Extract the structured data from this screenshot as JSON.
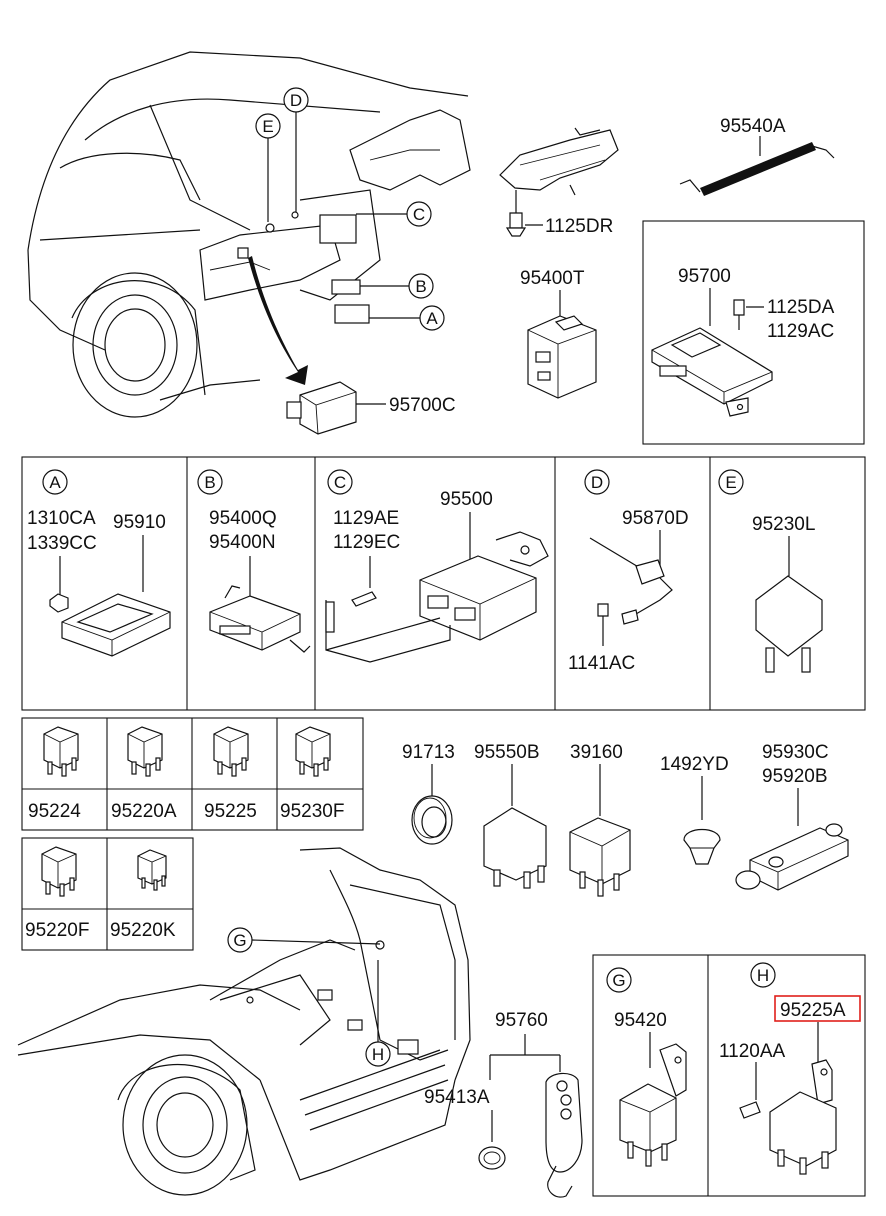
{
  "callouts": {
    "A": "A",
    "B": "B",
    "C": "C",
    "D": "D",
    "E": "E",
    "G": "G",
    "H": "H"
  },
  "top": {
    "p95700C": "95700C",
    "p1125DR": "1125DR",
    "p95540A": "95540A",
    "p95400T": "95400T",
    "p95700": "95700",
    "p1125DA": "1125DA",
    "p1129AC": "1129AC"
  },
  "panelA": {
    "tag": "A",
    "p1310CA": "1310CA",
    "p1339CC": "1339CC",
    "p95910": "95910"
  },
  "panelB": {
    "tag": "B",
    "p95400Q": "95400Q",
    "p95400N": "95400N"
  },
  "panelC": {
    "tag": "C",
    "p1129AE": "1129AE",
    "p1129EC": "1129EC",
    "p95500": "95500"
  },
  "panelD": {
    "tag": "D",
    "p95870D": "95870D",
    "p1141AC": "1141AC"
  },
  "panelE": {
    "tag": "E",
    "p95230L": "95230L"
  },
  "relays": [
    "95224",
    "95220A",
    "95225",
    "95230F",
    "95220F",
    "95220K"
  ],
  "loose": {
    "p91713": "91713",
    "p95550B": "95550B",
    "p39160": "39160",
    "p1492YD": "1492YD",
    "p95930C": "95930C",
    "p95920B": "95920B",
    "p95760": "95760",
    "p95413A": "95413A"
  },
  "panelG": {
    "tag": "G",
    "p95420": "95420"
  },
  "panelH": {
    "tag": "H",
    "p95225A": "95225A",
    "p1120AA": "1120AA"
  },
  "colors": {
    "line": "#111111",
    "highlight": "#e0201b",
    "background": "#ffffff"
  }
}
